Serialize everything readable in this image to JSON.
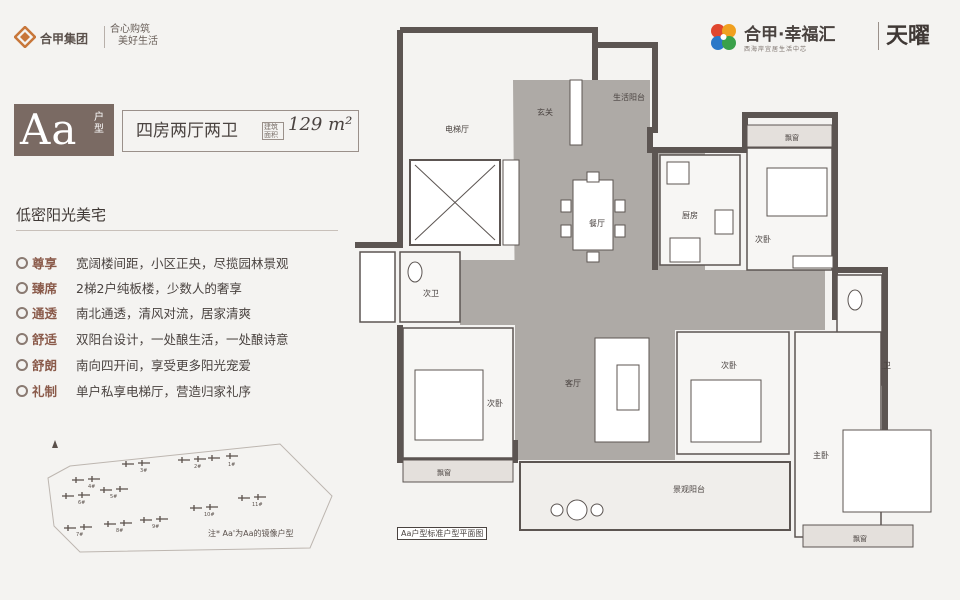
{
  "brand": {
    "name": "合甲集团",
    "slogan_1": "合心购筑",
    "slogan_2": "美好生活"
  },
  "unit": {
    "code": "Aa",
    "code_sub": "户型",
    "rooms": "四房两厅两卫",
    "area_tag": "建筑面积",
    "area": "129 m²"
  },
  "subtitle": "低密阳光美宅",
  "features": [
    {
      "title": "尊享",
      "text": "宽阔楼间距，小区正央，尽揽园林景观"
    },
    {
      "title": "臻席",
      "text": "2梯2户纯板楼，少数人的奢享"
    },
    {
      "title": "通透",
      "text": "南北通透，清风对流，居家清爽"
    },
    {
      "title": "舒适",
      "text": "双阳台设计，一处酿生活，一处酿诗意"
    },
    {
      "title": "舒朗",
      "text": "南向四开间，享受更多阳光宠爱"
    },
    {
      "title": "礼制",
      "text": "单户私享电梯厅，营造归家礼序"
    }
  ],
  "mirror_note": "注* Aa'为Aa的镜像户型",
  "project_logo": {
    "name": "合甲·幸福汇",
    "sub": "西海岸宜居生活中芯",
    "big": "天曜",
    "colors": [
      "#e0462e",
      "#f0a020",
      "#3aa14a",
      "#2a78c8"
    ]
  },
  "plan_label": "Aa户型标准户型平面图",
  "site_plan": {
    "buildings": [
      "1#",
      "2#",
      "3#",
      "4#",
      "5#",
      "6#",
      "7#",
      "8#",
      "9#",
      "10#",
      "11#"
    ]
  },
  "rooms": {
    "elevator_hall": "电梯厅",
    "entrance": "玄关",
    "living_balcony": "生活阳台",
    "kitchen": "厨房",
    "dining": "餐厅",
    "bay_window": "飘窗",
    "bedroom": "次卧",
    "second_bath": "次卫",
    "living": "客厅",
    "master_bath": "主卫",
    "master_bedroom": "主卧",
    "view_balcony": "景观阳台"
  }
}
